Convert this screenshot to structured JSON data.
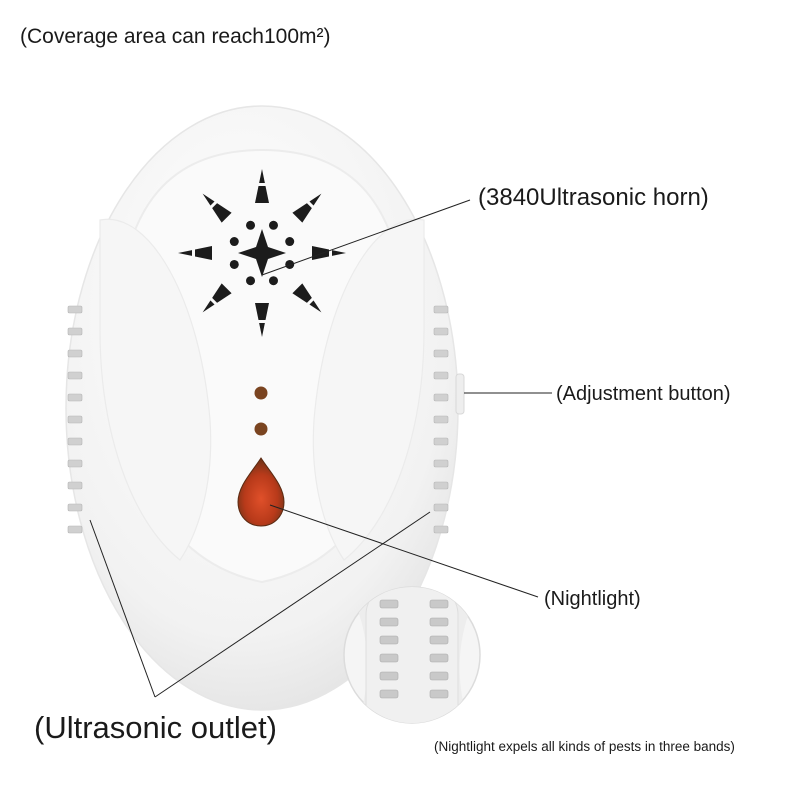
{
  "labels": {
    "coverage": "(Coverage area can reach100m²)",
    "horn": "(3840Ultrasonic horn)",
    "adjustment_button": "(Adjustment button)",
    "nightlight": "(Nightlight)",
    "ultrasonic_outlet": "(Ultrasonic outlet)",
    "note": "(Nightlight expels all kinds of pests in three bands)"
  },
  "colors": {
    "device_body": "#f4f4f4",
    "pattern": "#1c1c1c",
    "indicator": "#7a4420",
    "nightlight": "#c0441c",
    "leader_line": "#222222"
  }
}
